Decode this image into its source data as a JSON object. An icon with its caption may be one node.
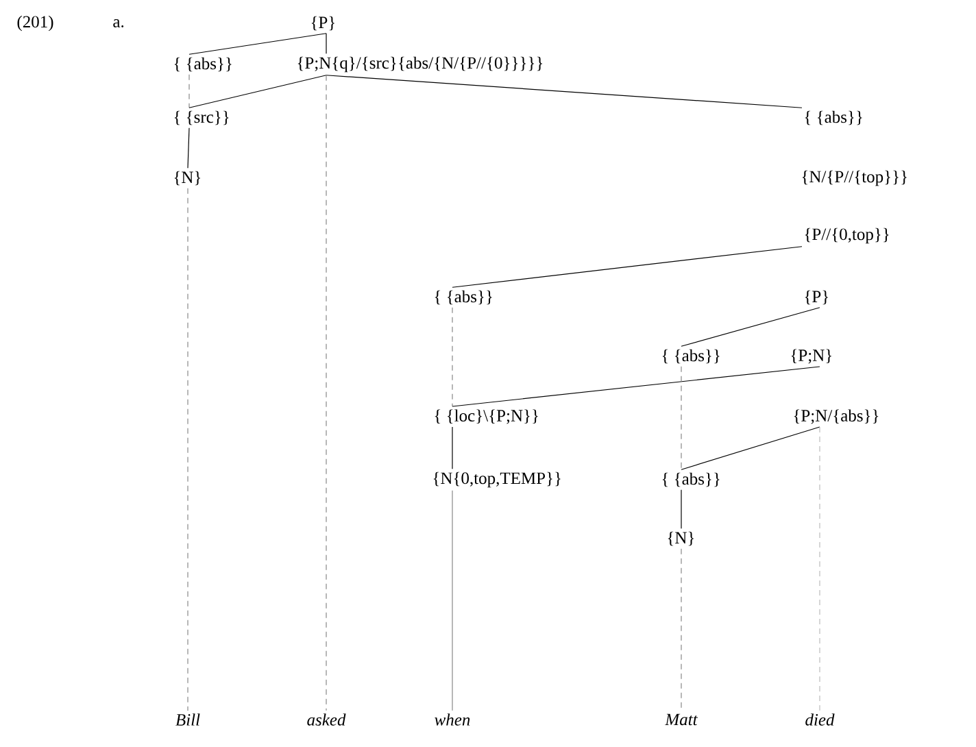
{
  "diagram": {
    "nodes": [
      {
        "text": [
          "{P}"
        ]
      },
      {
        "text": [
          "{ {abs}}"
        ]
      },
      {
        "text": [
          "{P;N{q}/{src}{abs/{N/{P//{0}}}}}"
        ]
      },
      {
        "text": [
          "{ {src}}"
        ]
      },
      {
        "text": [
          "{N}"
        ]
      },
      {
        "text": [
          "{ {abs}}"
        ]
      },
      {
        "text": [
          "{N/{P//{top}}}"
        ]
      },
      {
        "text": [
          "{P//{0,top}}"
        ]
      },
      {
        "text": [
          "{ {abs}}"
        ]
      },
      {
        "text": [
          "{P}"
        ]
      },
      {
        "text": [
          "{ {abs}}"
        ]
      },
      {
        "text": [
          "{P;N}"
        ]
      },
      {
        "text": [
          "{ {loc}\\{P;N}}"
        ]
      },
      {
        "text": [
          "{P;N/{abs}}"
        ]
      },
      {
        "text": [
          "{N{0,top,TEMP}}"
        ]
      },
      {
        "text": [
          "{ {abs}}"
        ]
      },
      {
        "text": [
          "{N}"
        ]
      },
      {
        "text": [
          "Bill"
        ]
      },
      {
        "text": [
          "asked"
        ]
      },
      {
        "text": [
          "when"
        ]
      },
      {
        "text": [
          "Matt"
        ]
      },
      {
        "text": [
          "died"
        ]
      }
    ],
    "edges": [
      {
        "from": 0,
        "to": 1,
        "arrow": "none"
      },
      {
        "from": 0,
        "to": 2,
        "arrow": "none"
      },
      {
        "from": 1,
        "to": 3,
        "arrow": "none",
        "style": "dashed",
        "color": "#888888"
      },
      {
        "from": 2,
        "to": 3,
        "arrow": "none"
      },
      {
        "from": 2,
        "to": 5,
        "arrow": "none"
      },
      {
        "from": 2,
        "to": 18,
        "arrow": "none",
        "style": "dashed",
        "color": "#888888"
      },
      {
        "from": 3,
        "to": 4,
        "arrow": "none"
      },
      {
        "from": 4,
        "to": 17,
        "arrow": "none",
        "style": "dashed",
        "color": "#888888"
      },
      {
        "from": 7,
        "to": 8,
        "arrow": "none"
      },
      {
        "from": 8,
        "to": 12,
        "arrow": "none",
        "style": "dashed",
        "color": "#888888"
      },
      {
        "from": 9,
        "to": 10,
        "arrow": "none"
      },
      {
        "from": 11,
        "to": 12,
        "arrow": "none"
      },
      {
        "from": 12,
        "to": 14,
        "arrow": "none"
      },
      {
        "from": 10,
        "to": 15,
        "arrow": "none",
        "style": "dashed",
        "color": "#888888"
      },
      {
        "from": 13,
        "to": 15,
        "arrow": "none"
      },
      {
        "from": 15,
        "to": 16,
        "arrow": "none"
      },
      {
        "from": 14,
        "to": 19,
        "arrow": "none",
        "color": "#888888"
      },
      {
        "from": 16,
        "to": 20,
        "arrow": "none",
        "style": "dashed",
        "color": "#888888"
      },
      {
        "from": 13,
        "to": 21,
        "arrow": "none",
        "style": "dashed",
        "color": "#bbbbbb"
      }
    ],
    "labels": [
      "(201)",
      "a."
    ]
  }
}
